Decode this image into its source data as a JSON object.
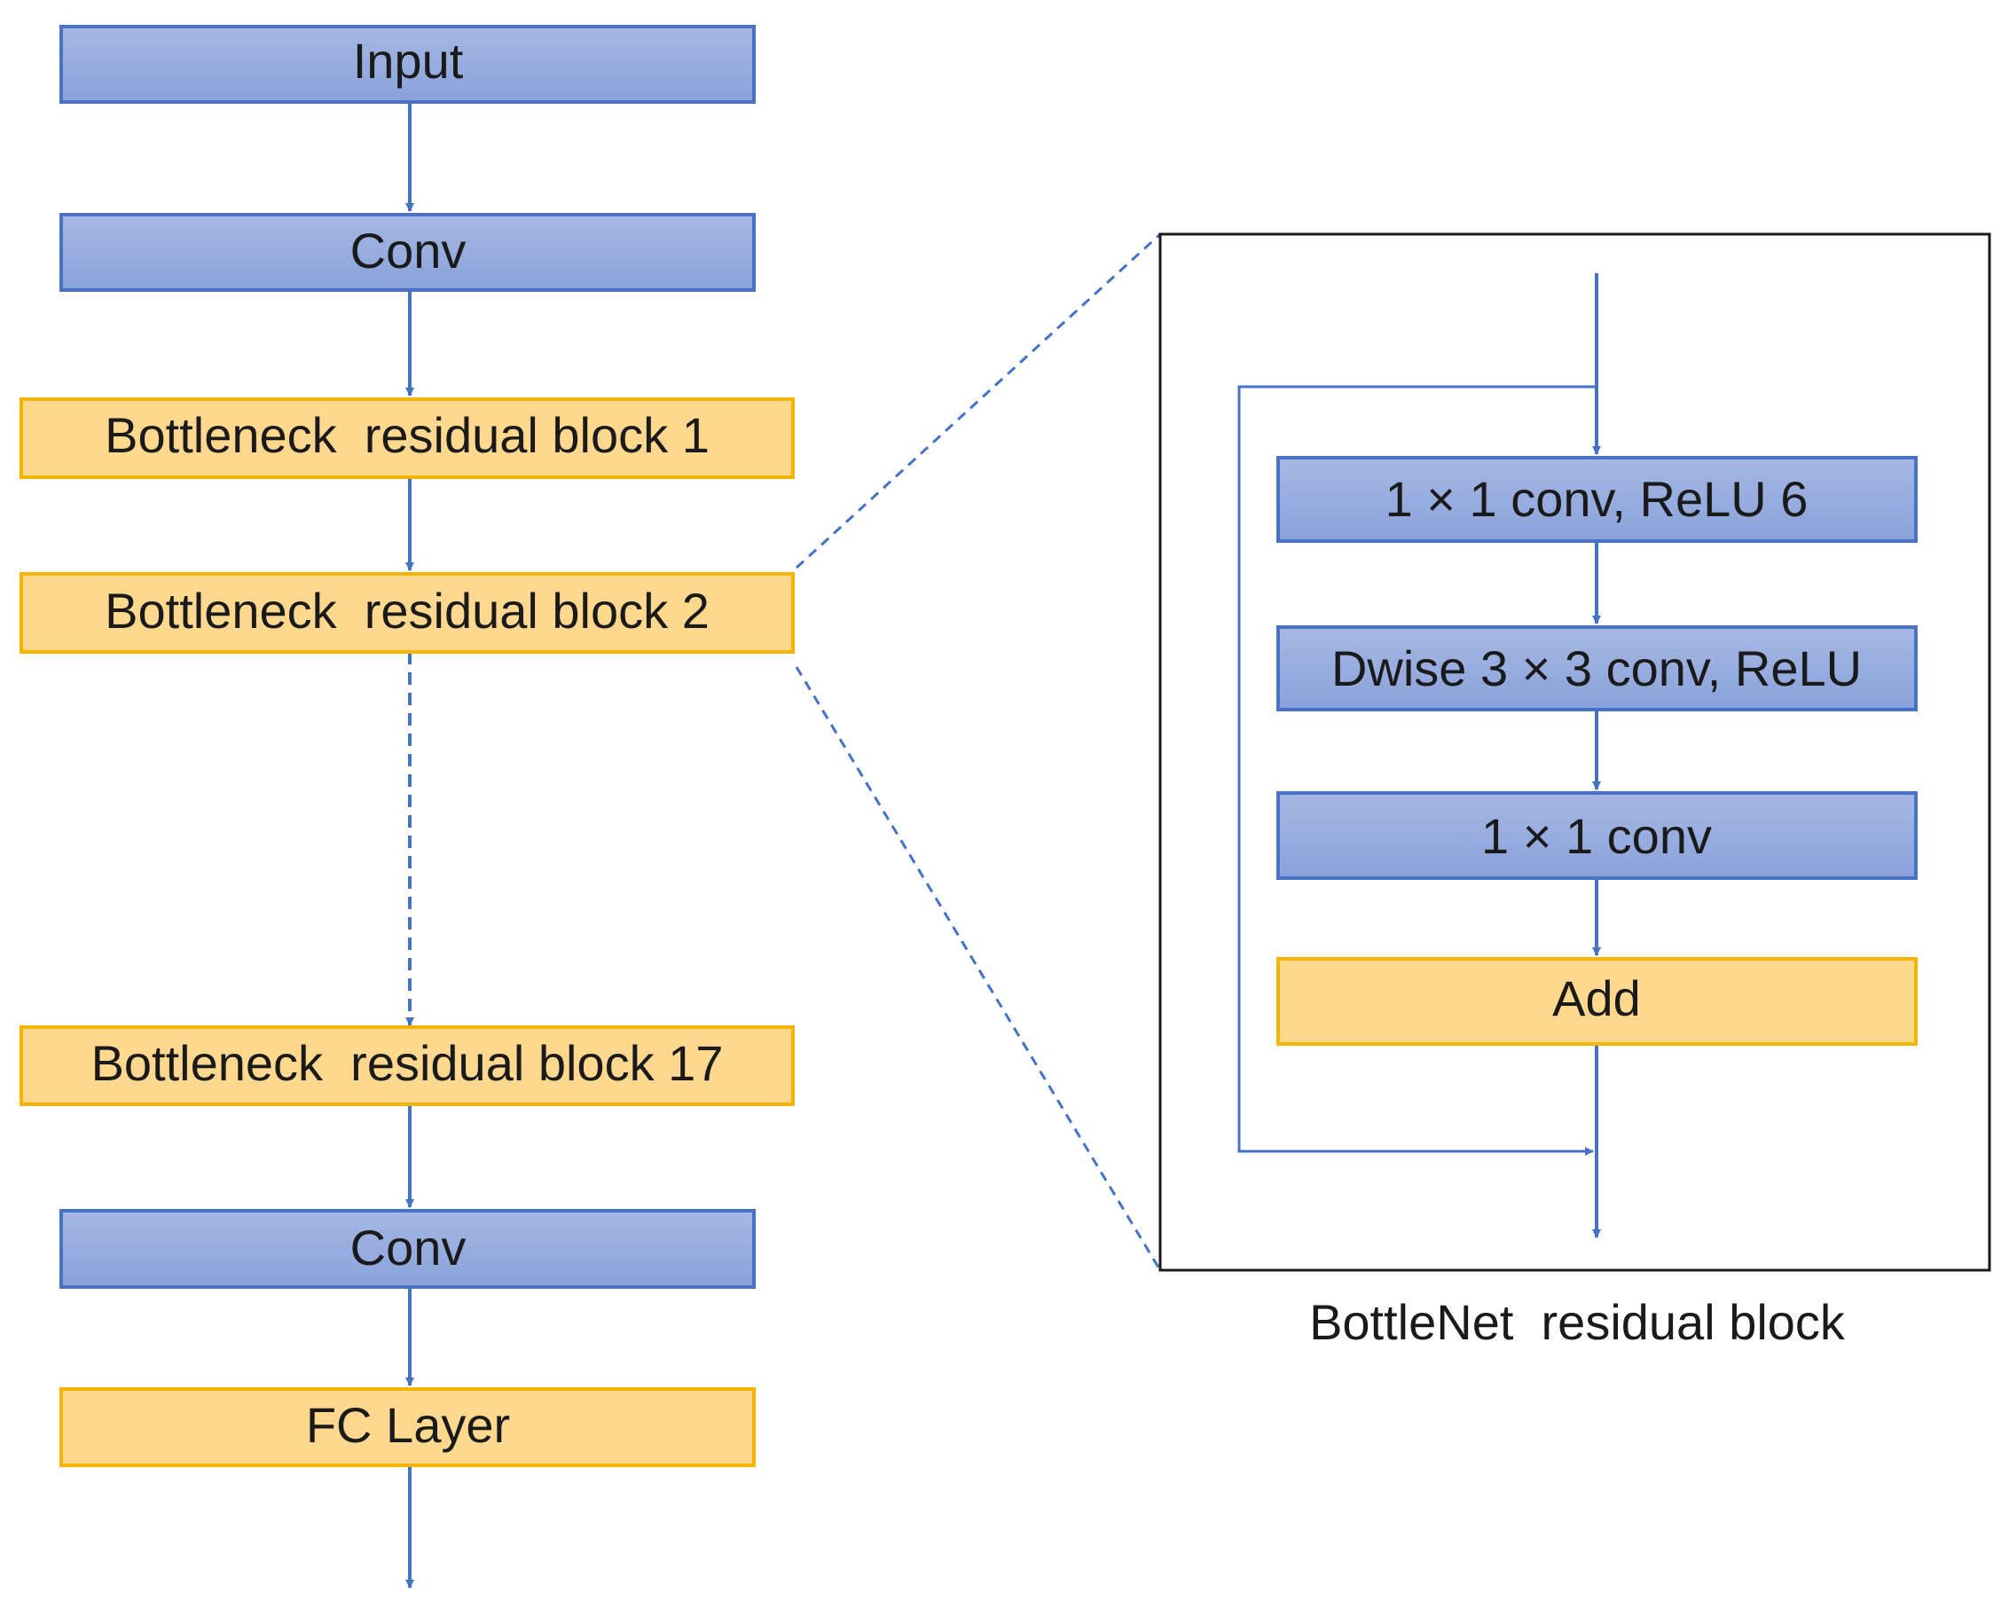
{
  "main_column": {
    "blocks": [
      {
        "label": "Input",
        "kind": "conv"
      },
      {
        "label": "Conv",
        "kind": "conv"
      },
      {
        "label": "Bottleneck  residual block 1",
        "kind": "bottleneck"
      },
      {
        "label": "Bottleneck  residual block 2",
        "kind": "bottleneck"
      },
      {
        "label": "Bottleneck  residual block 17",
        "kind": "bottleneck"
      },
      {
        "label": "Conv",
        "kind": "conv"
      },
      {
        "label": "FC Layer",
        "kind": "bottleneck"
      }
    ]
  },
  "detail_panel": {
    "caption": "BottleNet  residual block",
    "blocks": [
      {
        "label": "1 × 1 conv, ReLU 6",
        "kind": "conv"
      },
      {
        "label": "Dwise 3 × 3 conv, ReLU",
        "kind": "conv"
      },
      {
        "label": "1 × 1 conv",
        "kind": "conv"
      },
      {
        "label": "Add",
        "kind": "bottleneck"
      }
    ]
  },
  "colors": {
    "conv_fill_top": "#a6b8e4",
    "conv_fill_bottom": "#8aa2da",
    "conv_stroke": "#4a72c4",
    "bottleneck_fill": "#fdd88e",
    "bottleneck_stroke": "#f4b400",
    "arrow": "#4472c4",
    "panel_border": "#1a1a1a"
  }
}
